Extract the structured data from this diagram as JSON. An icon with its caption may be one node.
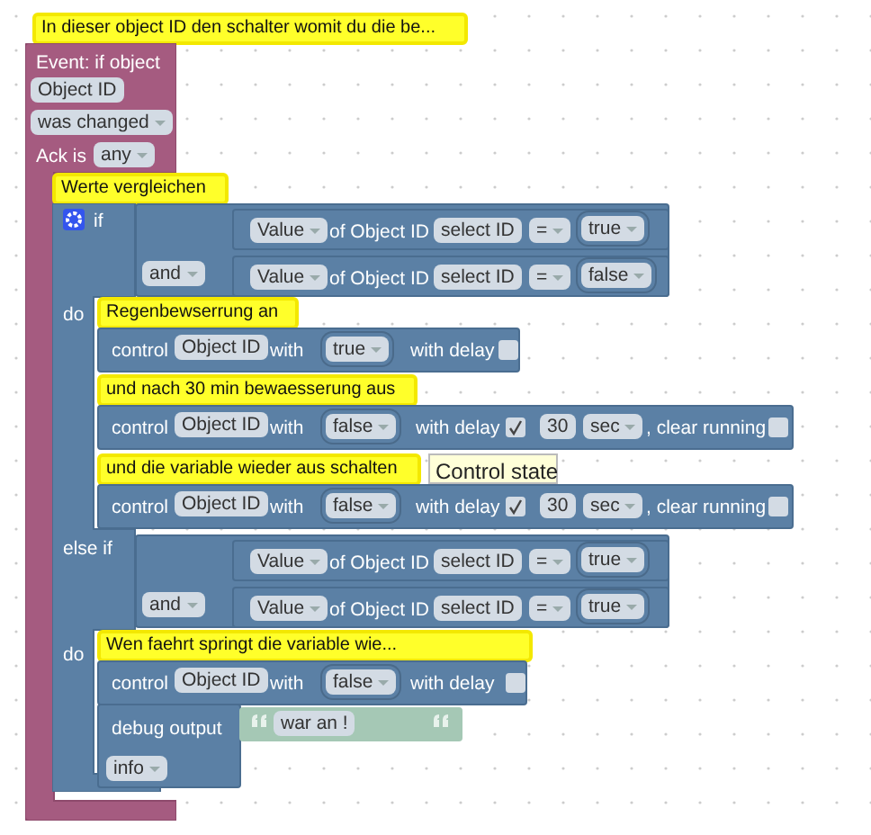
{
  "diagram": {
    "nodes": [
      {
        "text": [
          "In dieser object ID den schalter womit du die be..."
        ]
      },
      {
        "text": [
          "Event: if object",
          "Object ID",
          "was changed",
          "Ack is",
          "any"
        ]
      },
      {
        "text": [
          "Werte vergleichen"
        ],
        "in": 1
      },
      {
        "text": [
          "if",
          "do",
          "else if",
          "do"
        ],
        "in": 1
      },
      {
        "text": [
          "and"
        ]
      },
      {
        "text": [
          "Value",
          "of Object ID",
          "select ID",
          "=",
          "true"
        ],
        "in": 4
      },
      {
        "text": [
          "Value",
          "of Object ID",
          "select ID",
          "=",
          "false"
        ],
        "in": 4
      },
      {
        "text": [
          "Regenbewserrung an"
        ]
      },
      {
        "text": [
          "control",
          "Object ID",
          "with",
          "true",
          "with delay"
        ]
      },
      {
        "text": [
          "und nach 30 min bewaesserung aus"
        ]
      },
      {
        "text": [
          "control",
          "Object ID",
          "with",
          "false",
          "with delay",
          "30",
          "sec",
          ", clear running"
        ]
      },
      {
        "text": [
          "und die variable wieder aus schalten"
        ]
      },
      {
        "text": [
          "control",
          "Object ID",
          "with",
          "false",
          "with delay",
          "30",
          "sec",
          ", clear running"
        ]
      },
      {
        "text": [
          "Control state"
        ]
      },
      {
        "text": [
          "and"
        ]
      },
      {
        "text": [
          "Value",
          "of Object ID",
          "select ID",
          "=",
          "true"
        ],
        "in": 14
      },
      {
        "text": [
          "Value",
          "of Object ID",
          "select ID",
          "=",
          "true"
        ],
        "in": 14
      },
      {
        "text": [
          "Wen faehrt springt die variable wie..."
        ]
      },
      {
        "text": [
          "control",
          "Object ID",
          "with",
          "false",
          "with delay"
        ]
      },
      {
        "text": [
          "debug output",
          "info"
        ]
      },
      {
        "text": [
          "war an !"
        ]
      }
    ]
  }
}
